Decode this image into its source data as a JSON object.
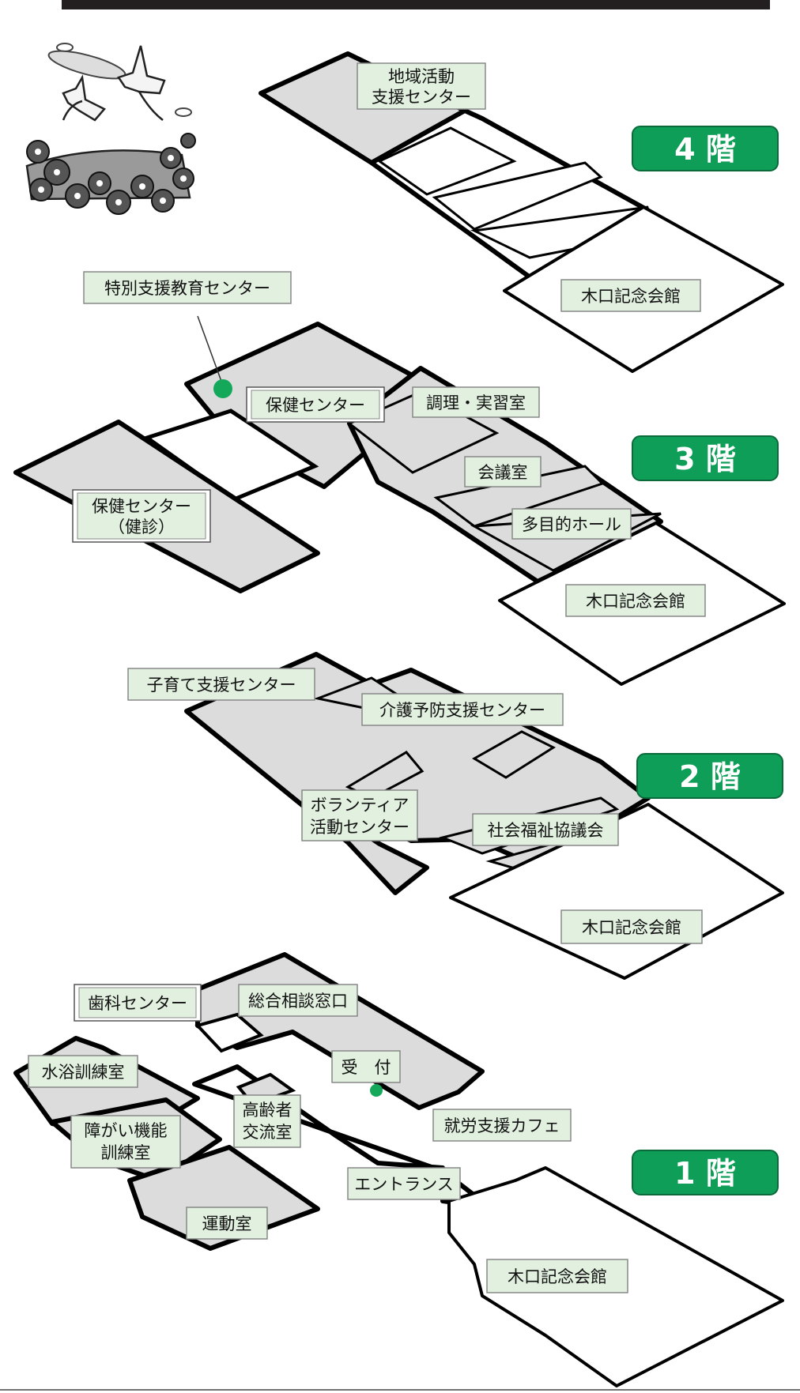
{
  "colors": {
    "top_bar": "#231f20",
    "badge_green": "#0e9e58",
    "label_fill": "#e1f0df",
    "room_fill": "#dcdcdc",
    "outline": "#000000",
    "marker": "#14a85a"
  },
  "decoration": {
    "icon": "birds-and-flowers-icon"
  },
  "floors": {
    "f4": {
      "badge": "4 階",
      "labels": {
        "chiiki_1": "地域活動",
        "chiiki_2": "支援センター",
        "kiguchi": "木口記念会館"
      }
    },
    "f3": {
      "badge": "3 階",
      "labels": {
        "tokubetsu": "特別支援教育センター",
        "hoken": "保健センター",
        "chouri": "調理・実習室",
        "kaigi": "会議室",
        "tamokuteki": "多目的ホール",
        "kenshin_1": "保健センター",
        "kenshin_2": "（健診）",
        "kiguchi": "木口記念会館"
      }
    },
    "f2": {
      "badge": "2 階",
      "labels": {
        "kosodate": "子育て支援センター",
        "kaigo": "介護予防支援センター",
        "volunteer_1": "ボランティア",
        "volunteer_2": "活動センター",
        "shakai": "社会福祉協議会",
        "kiguchi": "木口記念会館"
      }
    },
    "f1": {
      "badge": "1 階",
      "labels": {
        "shika": "歯科センター",
        "sougou": "総合相談窓口",
        "uketsuke": "受　付",
        "suiyoku": "水浴訓練室",
        "shougai_1": "障がい機能",
        "shougai_2": "訓練室",
        "koureisha_1": "高齢者",
        "koureisha_2": "交流室",
        "shurou": "就労支援カフェ",
        "entrance": "エントランス",
        "undou": "運動室",
        "kiguchi": "木口記念会館"
      }
    }
  }
}
